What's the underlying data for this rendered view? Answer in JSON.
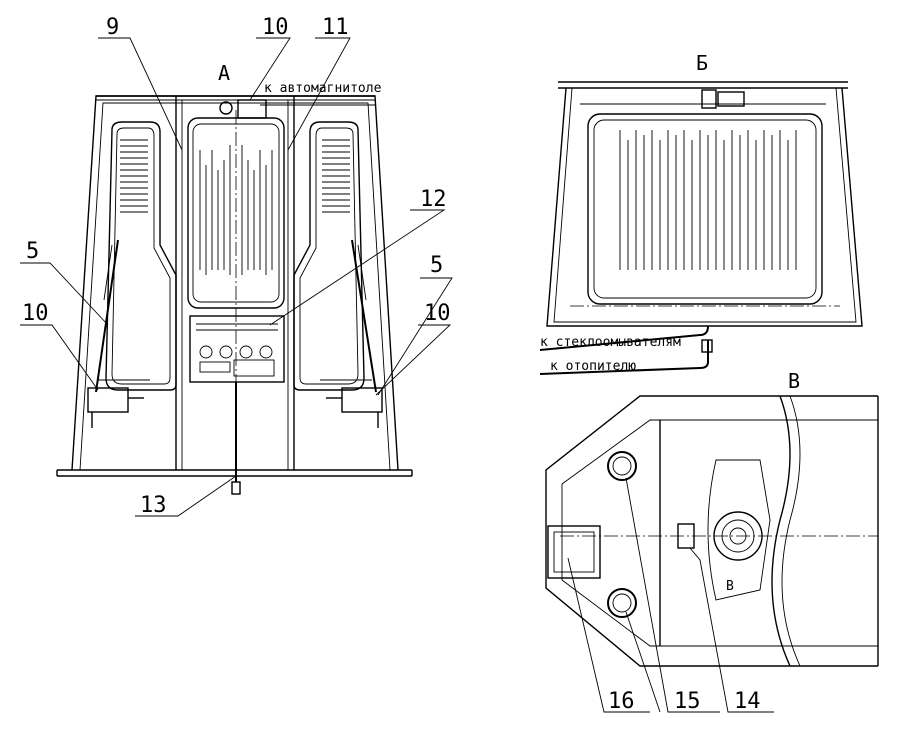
{
  "views": {
    "a": "А",
    "b": "Б",
    "v": "В",
    "v_small": "В"
  },
  "callouts": {
    "c9": "9",
    "c10_top": "10",
    "c11": "11",
    "c12": "12",
    "c5_left": "5",
    "c5_right": "5",
    "c10_left": "10",
    "c10_right": "10",
    "c13": "13",
    "c16": "16",
    "c15": "15",
    "c14": "14"
  },
  "notes": {
    "radio": "к автомагнитоле",
    "washers": "к стеклоомывателям",
    "heater": "к отопителю"
  }
}
